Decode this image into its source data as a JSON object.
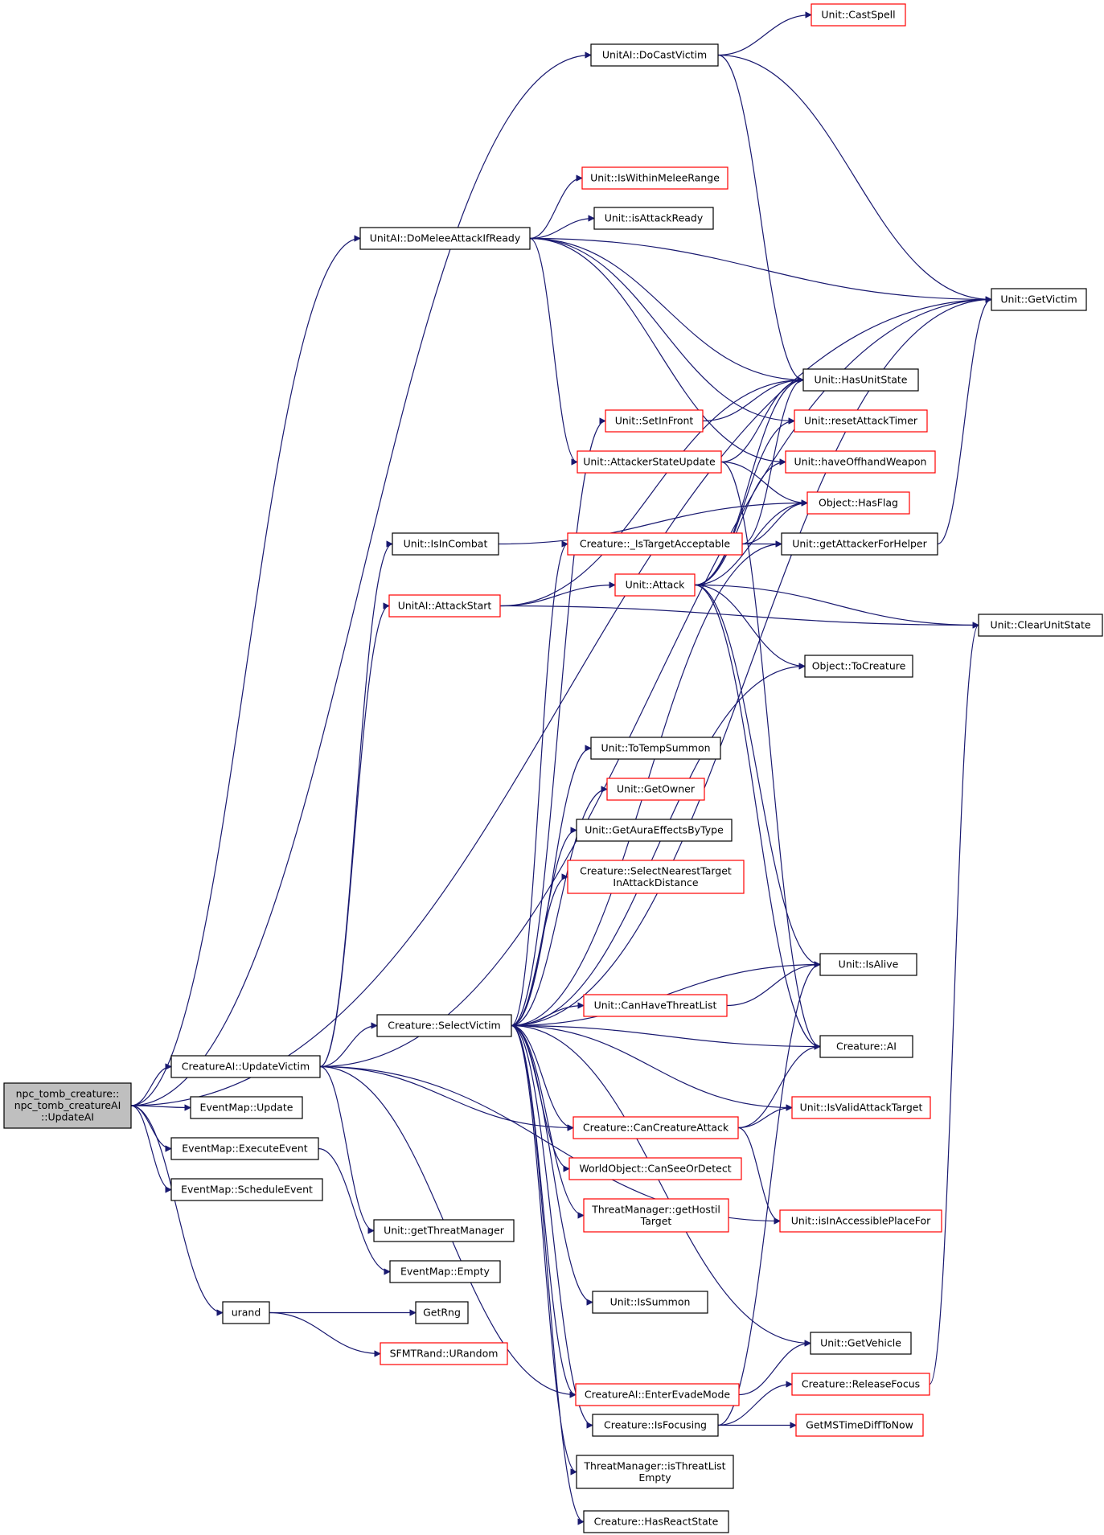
{
  "colors": {
    "edge": "#191970",
    "black_border": "#000000",
    "red_border": "#ff0000",
    "root_fill": "#bfbfbf"
  },
  "graph": {
    "nodes": [
      {
        "id": "root",
        "lines": [
          "npc_tomb_creature::",
          "npc_tomb_creatureAI",
          "::UpdateAI"
        ],
        "border": "black",
        "fill": "root"
      },
      {
        "id": "docast",
        "lines": [
          "UnitAI::DoCastVictim"
        ],
        "border": "black"
      },
      {
        "id": "castspell",
        "lines": [
          "Unit::CastSpell"
        ],
        "border": "red"
      },
      {
        "id": "domelee",
        "lines": [
          "UnitAI::DoMeleeAttackIfReady"
        ],
        "border": "black"
      },
      {
        "id": "iswithin",
        "lines": [
          "Unit::IsWithinMeleeRange"
        ],
        "border": "red"
      },
      {
        "id": "isattackready",
        "lines": [
          "Unit::isAttackReady"
        ],
        "border": "black"
      },
      {
        "id": "getvictim",
        "lines": [
          "Unit::GetVictim"
        ],
        "border": "black"
      },
      {
        "id": "hasunitstate",
        "lines": [
          "Unit::HasUnitState"
        ],
        "border": "black"
      },
      {
        "id": "setinfront",
        "lines": [
          "Unit::SetInFront"
        ],
        "border": "red"
      },
      {
        "id": "resetattack",
        "lines": [
          "Unit::resetAttackTimer"
        ],
        "border": "red"
      },
      {
        "id": "attackerstate",
        "lines": [
          "Unit::AttackerStateUpdate"
        ],
        "border": "red"
      },
      {
        "id": "haveoffhand",
        "lines": [
          "Unit::haveOffhandWeapon"
        ],
        "border": "red"
      },
      {
        "id": "hasflag",
        "lines": [
          "Object::HasFlag"
        ],
        "border": "red"
      },
      {
        "id": "isincombat",
        "lines": [
          "Unit::IsInCombat"
        ],
        "border": "black"
      },
      {
        "id": "istarget",
        "lines": [
          "Creature::_IsTargetAcceptable"
        ],
        "border": "red"
      },
      {
        "id": "getattackerhelper",
        "lines": [
          "Unit::getAttackerForHelper"
        ],
        "border": "black"
      },
      {
        "id": "attackstart",
        "lines": [
          "UnitAI::AttackStart"
        ],
        "border": "red"
      },
      {
        "id": "attack",
        "lines": [
          "Unit::Attack"
        ],
        "border": "red"
      },
      {
        "id": "clearunitstate",
        "lines": [
          "Unit::ClearUnitState"
        ],
        "border": "black"
      },
      {
        "id": "tocreature",
        "lines": [
          "Object::ToCreature"
        ],
        "border": "black"
      },
      {
        "id": "totemp",
        "lines": [
          "Unit::ToTempSummon"
        ],
        "border": "black"
      },
      {
        "id": "getowner",
        "lines": [
          "Unit::GetOwner"
        ],
        "border": "red"
      },
      {
        "id": "getaura",
        "lines": [
          "Unit::GetAuraEffectsByType"
        ],
        "border": "black"
      },
      {
        "id": "selectnearest",
        "lines": [
          "Creature::SelectNearestTarget",
          "InAttackDistance"
        ],
        "border": "red"
      },
      {
        "id": "isalive",
        "lines": [
          "Unit::IsAlive"
        ],
        "border": "black"
      },
      {
        "id": "canhavethreat",
        "lines": [
          "Unit::CanHaveThreatList"
        ],
        "border": "red"
      },
      {
        "id": "selectvictim",
        "lines": [
          "Creature::SelectVictim"
        ],
        "border": "black"
      },
      {
        "id": "creatureai",
        "lines": [
          "Creature::AI"
        ],
        "border": "black"
      },
      {
        "id": "updatevictim",
        "lines": [
          "CreatureAI::UpdateVictim"
        ],
        "border": "black"
      },
      {
        "id": "isvalidattack",
        "lines": [
          "Unit::IsValidAttackTarget"
        ],
        "border": "red"
      },
      {
        "id": "eventupdate",
        "lines": [
          "EventMap::Update"
        ],
        "border": "black"
      },
      {
        "id": "cancreatureattack",
        "lines": [
          "Creature::CanCreatureAttack"
        ],
        "border": "red"
      },
      {
        "id": "executeevent",
        "lines": [
          "EventMap::ExecuteEvent"
        ],
        "border": "black"
      },
      {
        "id": "canseeordetect",
        "lines": [
          "WorldObject::CanSeeOrDetect"
        ],
        "border": "red"
      },
      {
        "id": "scheduleevent",
        "lines": [
          "EventMap::ScheduleEvent"
        ],
        "border": "black"
      },
      {
        "id": "gethostile",
        "lines": [
          "ThreatManager::getHostil",
          "Target"
        ],
        "border": "red"
      },
      {
        "id": "isinaccessible",
        "lines": [
          "Unit::isInAccessiblePlaceFor"
        ],
        "border": "red"
      },
      {
        "id": "getthreatmgr",
        "lines": [
          "Unit::getThreatManager"
        ],
        "border": "black"
      },
      {
        "id": "eventempty",
        "lines": [
          "EventMap::Empty"
        ],
        "border": "black"
      },
      {
        "id": "urand",
        "lines": [
          "urand"
        ],
        "border": "black"
      },
      {
        "id": "getrng",
        "lines": [
          "GetRng"
        ],
        "border": "black"
      },
      {
        "id": "issummon",
        "lines": [
          "Unit::IsSummon"
        ],
        "border": "black"
      },
      {
        "id": "urandom",
        "lines": [
          "SFMTRand::URandom"
        ],
        "border": "red"
      },
      {
        "id": "getvehicle",
        "lines": [
          "Unit::GetVehicle"
        ],
        "border": "black"
      },
      {
        "id": "enterevade",
        "lines": [
          "CreatureAI::EnterEvadeMode"
        ],
        "border": "red"
      },
      {
        "id": "releasefocus",
        "lines": [
          "Creature::ReleaseFocus"
        ],
        "border": "red"
      },
      {
        "id": "isfocusing",
        "lines": [
          "Creature::IsFocusing"
        ],
        "border": "black"
      },
      {
        "id": "getmstime",
        "lines": [
          "GetMSTimeDiffToNow"
        ],
        "border": "red"
      },
      {
        "id": "isthreatempty",
        "lines": [
          "ThreatManager::isThreatList",
          "Empty"
        ],
        "border": "black"
      },
      {
        "id": "hasreactstate",
        "lines": [
          "Creature::HasReactState"
        ],
        "border": "black"
      }
    ],
    "edges": [
      [
        "root",
        "docast"
      ],
      [
        "root",
        "domelee"
      ],
      [
        "root",
        "getvictim"
      ],
      [
        "root",
        "updatevictim"
      ],
      [
        "root",
        "eventupdate"
      ],
      [
        "root",
        "executeevent"
      ],
      [
        "root",
        "scheduleevent"
      ],
      [
        "root",
        "urand"
      ],
      [
        "docast",
        "castspell"
      ],
      [
        "docast",
        "getvictim"
      ],
      [
        "docast",
        "hasunitstate"
      ],
      [
        "domelee",
        "iswithin"
      ],
      [
        "domelee",
        "isattackready"
      ],
      [
        "domelee",
        "getvictim"
      ],
      [
        "domelee",
        "hasunitstate"
      ],
      [
        "domelee",
        "resetattack"
      ],
      [
        "domelee",
        "attackerstate"
      ],
      [
        "domelee",
        "haveoffhand"
      ],
      [
        "attackerstate",
        "hasunitstate"
      ],
      [
        "attackerstate",
        "hasflag"
      ],
      [
        "attackerstate",
        "creatureai"
      ],
      [
        "setinfront",
        "hasunitstate"
      ],
      [
        "isincombat",
        "hasflag"
      ],
      [
        "istarget",
        "hasunitstate"
      ],
      [
        "istarget",
        "hasflag"
      ],
      [
        "istarget",
        "getattackerhelper"
      ],
      [
        "getattackerhelper",
        "getvictim"
      ],
      [
        "attackstart",
        "hasunitstate"
      ],
      [
        "attackstart",
        "attack"
      ],
      [
        "attackstart",
        "clearunitstate"
      ],
      [
        "attack",
        "hasunitstate"
      ],
      [
        "attack",
        "resetattack"
      ],
      [
        "attack",
        "haveoffhand"
      ],
      [
        "attack",
        "hasflag"
      ],
      [
        "attack",
        "clearunitstate"
      ],
      [
        "attack",
        "tocreature"
      ],
      [
        "attack",
        "isalive"
      ],
      [
        "attack",
        "creatureai"
      ],
      [
        "updatevictim",
        "getvictim"
      ],
      [
        "updatevictim",
        "isincombat"
      ],
      [
        "updatevictim",
        "attackstart"
      ],
      [
        "updatevictim",
        "selectvictim"
      ],
      [
        "updatevictim",
        "cancreatureattack"
      ],
      [
        "updatevictim",
        "getthreatmgr"
      ],
      [
        "updatevictim",
        "isinaccessible"
      ],
      [
        "updatevictim",
        "enterevade"
      ],
      [
        "selectvictim",
        "setinfront"
      ],
      [
        "selectvictim",
        "istarget"
      ],
      [
        "selectvictim",
        "getattackerhelper"
      ],
      [
        "selectvictim",
        "getvictim"
      ],
      [
        "selectvictim",
        "totemp"
      ],
      [
        "selectvictim",
        "getowner"
      ],
      [
        "selectvictim",
        "getaura"
      ],
      [
        "selectvictim",
        "selectnearest"
      ],
      [
        "selectvictim",
        "tocreature"
      ],
      [
        "selectvictim",
        "isalive"
      ],
      [
        "selectvictim",
        "canhavethreat"
      ],
      [
        "selectvictim",
        "creatureai"
      ],
      [
        "selectvictim",
        "isvalidattack"
      ],
      [
        "selectvictim",
        "cancreatureattack"
      ],
      [
        "selectvictim",
        "canseeordetect"
      ],
      [
        "selectvictim",
        "gethostile"
      ],
      [
        "selectvictim",
        "issummon"
      ],
      [
        "selectvictim",
        "getvehicle"
      ],
      [
        "selectvictim",
        "enterevade"
      ],
      [
        "selectvictim",
        "isfocusing"
      ],
      [
        "selectvictim",
        "isthreatempty"
      ],
      [
        "selectvictim",
        "hasreactstate"
      ],
      [
        "canhavethreat",
        "isalive"
      ],
      [
        "cancreatureattack",
        "creatureai"
      ],
      [
        "cancreatureattack",
        "isvalidattack"
      ],
      [
        "cancreatureattack",
        "isinaccessible"
      ],
      [
        "executeevent",
        "eventempty"
      ],
      [
        "urand",
        "getrng"
      ],
      [
        "urand",
        "urandom"
      ],
      [
        "enterevade",
        "getvehicle"
      ],
      [
        "releasefocus",
        "clearunitstate"
      ],
      [
        "isfocusing",
        "releasefocus"
      ],
      [
        "isfocusing",
        "getmstime"
      ],
      [
        "isfocusing",
        "isalive"
      ]
    ]
  }
}
